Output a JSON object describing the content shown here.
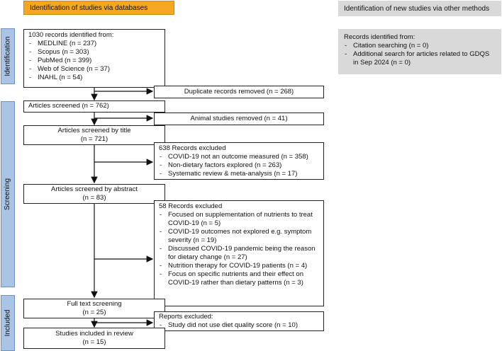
{
  "headers": {
    "databases": "Identification of studies via databases",
    "other": "Identification of new studies via other methods"
  },
  "stages": {
    "identification": "Identification",
    "screening": "Screening",
    "included": "Included"
  },
  "records_identified": {
    "title": "1030 records identified from:",
    "items": [
      "MEDLINE (n = 237)",
      "Scopus (n = 303)",
      "PubMed (n = 399)",
      "Web of Science (n = 37)",
      "INAHL (n = 54)"
    ]
  },
  "other_records": {
    "title": "Records identified from:",
    "items": [
      "Citation searching (n = 0)",
      "Additional search for articles related to GDQS in Sep 2024 (n = 0)"
    ]
  },
  "duplicates": "Duplicate records removed (n = 268)",
  "articles_screened": "Articles screened (n = 762)",
  "animal_removed": "Animal studies removed (n = 41)",
  "screened_by_title": {
    "line1": "Articles screened by title",
    "line2": "(n = 721)"
  },
  "excluded_638": {
    "title": "638 Records excluded",
    "items": [
      "COVID-19 not an outcome measured (n = 358)",
      "Non-dietary factors explored (n = 263)",
      "Systematic review & meta-analysis (n = 17)"
    ]
  },
  "screened_by_abstract": {
    "line1": "Articles screened by abstract",
    "line2": "(n = 83)"
  },
  "excluded_58": {
    "title": "58 Records excluded",
    "items": [
      "Focused on supplementation of nutrients to treat COVID-19 (n = 5)",
      "COVID-19 outcomes not explored e.g. symptom severity (n = 19)",
      "Discussed COVID-19 pandemic being the reason for dietary change (n = 27)",
      "Nutrition therapy for COVID-19 patients (n = 4)",
      "Focus on specific nutrients and their effect on COVID-19 rather than dietary patterns (n = 3)"
    ]
  },
  "full_text": {
    "line1": "Full text screening",
    "line2": "(n = 25)"
  },
  "reports_excluded": {
    "title": "Reports excluded:",
    "items": [
      "Study did not use diet quality score (n = 10)"
    ]
  },
  "included": {
    "line1": "Studies included in review",
    "line2": "(n = 15)"
  },
  "colors": {
    "orange": "#f5a623",
    "blue": "#a9c4e6",
    "gray": "#d9d9d9"
  }
}
